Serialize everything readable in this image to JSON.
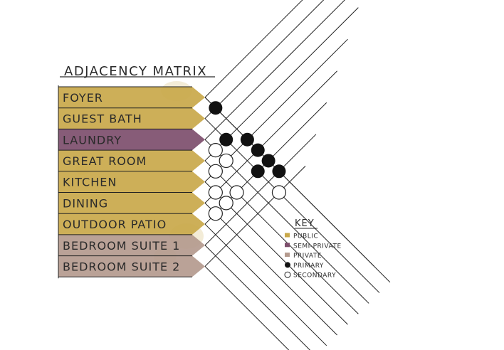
{
  "title": "ADJACENCY MATRIX",
  "rooms": [
    {
      "label": "FOYER",
      "zone": "public"
    },
    {
      "label": "GUEST BATH",
      "zone": "public"
    },
    {
      "label": "LAUNDRY",
      "zone": "semi_private"
    },
    {
      "label": "GREAT ROOM",
      "zone": "public"
    },
    {
      "label": "KITCHEN",
      "zone": "public"
    },
    {
      "label": "DINING",
      "zone": "public"
    },
    {
      "label": "OUTDOOR PATIO",
      "zone": "public"
    },
    {
      "label": "BEDROOM SUITE 1",
      "zone": "private"
    },
    {
      "label": "BEDROOM SUITE 2",
      "zone": "private"
    }
  ],
  "zone_colors": {
    "public": "#c9a84a",
    "semi_private": "#7d4e6c",
    "private": "#b49a8e"
  },
  "adjacencies": [
    {
      "a": 0,
      "b": 1,
      "type": "primary"
    },
    {
      "a": 0,
      "b": 4,
      "type": "primary"
    },
    {
      "a": 0,
      "b": 5,
      "type": "primary"
    },
    {
      "a": 0,
      "b": 6,
      "type": "primary"
    },
    {
      "a": 0,
      "b": 7,
      "type": "primary"
    },
    {
      "a": 1,
      "b": 3,
      "type": "primary"
    },
    {
      "a": 1,
      "b": 6,
      "type": "primary"
    },
    {
      "a": 1,
      "b": 8,
      "type": "secondary"
    },
    {
      "a": 2,
      "b": 3,
      "type": "secondary"
    },
    {
      "a": 2,
      "b": 4,
      "type": "secondary"
    },
    {
      "a": 3,
      "b": 4,
      "type": "secondary"
    },
    {
      "a": 3,
      "b": 6,
      "type": "secondary"
    },
    {
      "a": 4,
      "b": 5,
      "type": "secondary"
    },
    {
      "a": 4,
      "b": 6,
      "type": "secondary"
    },
    {
      "a": 5,
      "b": 6,
      "type": "secondary"
    }
  ],
  "key": {
    "title": "KEY",
    "items": [
      {
        "kind": "swatch",
        "zone": "public",
        "label": "PUBLIC"
      },
      {
        "kind": "swatch",
        "zone": "semi_private",
        "label": "SEMI-PRIVATE"
      },
      {
        "kind": "swatch",
        "zone": "private",
        "label": "PRIVATE"
      },
      {
        "kind": "primary",
        "label": "PRIMARY"
      },
      {
        "kind": "secondary",
        "label": "SECONDARY"
      }
    ]
  }
}
